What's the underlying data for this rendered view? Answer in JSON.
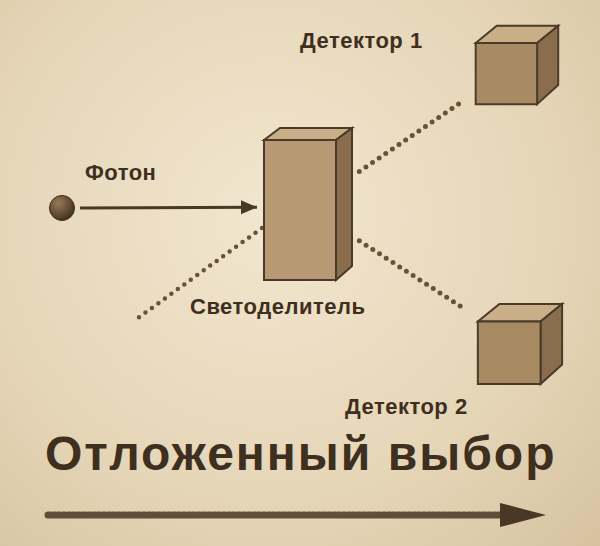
{
  "diagram": {
    "title": "Отложенный выбор",
    "nodes": [
      {
        "text": [
          "Детектор 1"
        ]
      },
      {
        "text": [
          "Фотон"
        ]
      },
      {
        "text": [
          "Светоделитель"
        ]
      },
      {
        "text": [
          "Детектор 2"
        ]
      }
    ],
    "edges": [
      {
        "from": 1,
        "to": 2,
        "arrow": "to"
      },
      {
        "from": 2,
        "to": 0,
        "arrow": "none"
      },
      {
        "from": 2,
        "to": 3,
        "arrow": "none"
      }
    ]
  }
}
